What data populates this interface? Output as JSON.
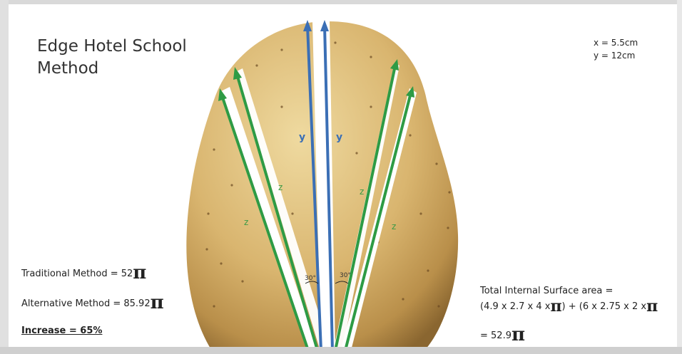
{
  "title": {
    "line1": "Edge Hotel School",
    "line2": "Method"
  },
  "dimensions": {
    "x": "x = 5.5cm",
    "y": "y = 12cm"
  },
  "left_panel": {
    "traditional": {
      "label": "Traditional Method = 52",
      "pi": "π"
    },
    "alternative": {
      "label": "Alternative Method = 85.92",
      "pi": "π"
    },
    "increase": "Increase = 65%"
  },
  "right_panel": {
    "heading": "Total Internal Surface area =",
    "formula_a": "(4.9  x 2.7 x 4 x",
    "pi_a": "π",
    "formula_b": ") +  (6 x 2.75 x 2 x",
    "pi_b": "π",
    "result": "= 52.9",
    "result_pi": "π"
  },
  "diagram_labels": {
    "y_left": "y",
    "y_right": "y",
    "z_inner_left": "z",
    "z_outer_left": "z",
    "z_inner_right": "z",
    "z_outer_right": "z",
    "angle_left": "30°",
    "angle_right": "30°"
  },
  "colors": {
    "blue_arrow": "#3b6fb5",
    "green_arrow": "#2e9b45",
    "potato_light": "#e8cf8e",
    "potato_dark": "#b98f4a",
    "potato_shadow": "#8a6630"
  }
}
